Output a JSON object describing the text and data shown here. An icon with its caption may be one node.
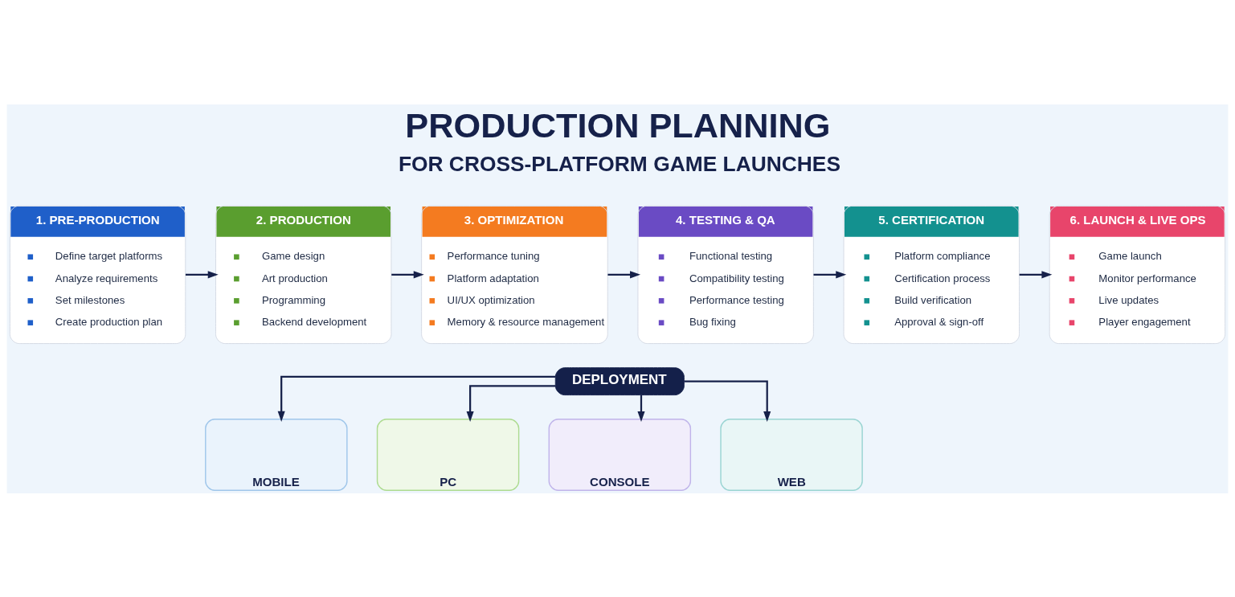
{
  "diagram": {
    "title": "PRODUCTION PLANNING",
    "nodes": [
      {
        "text": [
          "1. PRE-PRODUCTION",
          "Define target platforms",
          "Analyze requirements",
          "Set milestones",
          "Create production plan"
        ]
      },
      {
        "text": [
          "2. PRODUCTION",
          "Game design",
          "Art production",
          "Programming",
          "Backend development"
        ]
      },
      {
        "text": [
          "3. OPTIMIZATION",
          "Performance tuning",
          "Platform adaptation",
          "UI/UX optimization",
          "Memory & resource management"
        ]
      },
      {
        "text": [
          "4. TESTING & QA",
          "Functional testing",
          "Compatibility testing",
          "Performance testing",
          "Bug fixing"
        ]
      },
      {
        "text": [
          "5. CERTIFICATION",
          "Platform compliance",
          "Certification process",
          "Build verification",
          "Approval & sign-off"
        ]
      },
      {
        "text": [
          "6. LAUNCH & LIVE OPS",
          "Game launch",
          "Monitor performance",
          "Live updates",
          "Player engagement"
        ]
      },
      {
        "text": [
          "DEPLOYMENT"
        ]
      },
      {
        "text": [
          "MOBILE"
        ]
      },
      {
        "text": [
          "PC"
        ]
      },
      {
        "text": [
          "CONSOLE"
        ]
      },
      {
        "text": [
          "WEB"
        ]
      }
    ],
    "edges": [
      {
        "from": 0,
        "to": 1,
        "arrow": "to"
      },
      {
        "from": 1,
        "to": 2,
        "arrow": "to"
      },
      {
        "from": 2,
        "to": 3,
        "arrow": "to"
      },
      {
        "from": 3,
        "to": 4,
        "arrow": "to"
      },
      {
        "from": 4,
        "to": 5,
        "arrow": "to"
      },
      {
        "from": 6,
        "to": 7,
        "arrow": "to"
      },
      {
        "from": 6,
        "to": 8,
        "arrow": "to"
      },
      {
        "from": 6,
        "to": 9,
        "arrow": "to"
      },
      {
        "from": 6,
        "to": 10,
        "arrow": "to"
      }
    ],
    "labels": [
      "FOR CROSS-PLATFORM GAME LAUNCHES"
    ]
  }
}
